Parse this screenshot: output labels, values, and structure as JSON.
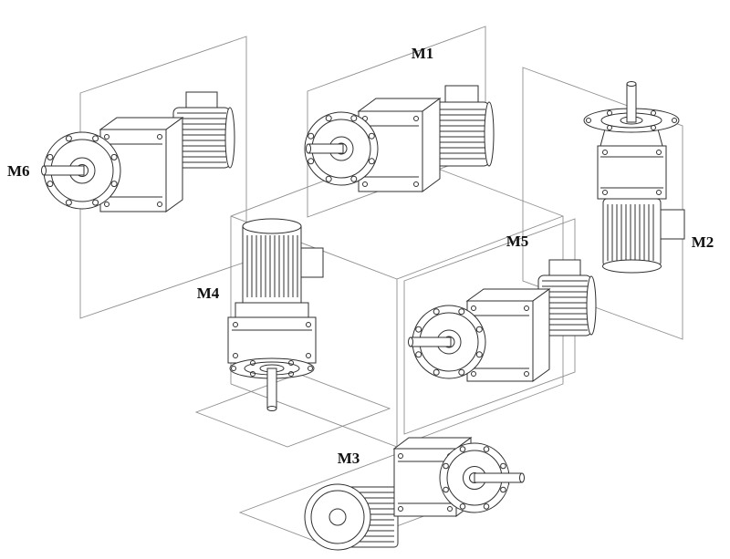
{
  "diagram": {
    "labels": {
      "m1": "M1",
      "m2": "M2",
      "m3": "M3",
      "m4": "M4",
      "m5": "M5",
      "m6": "M6"
    },
    "ink_color": "#2f2f2f",
    "guide_color": "#8f8f8f",
    "background_color": "#ffffff"
  }
}
